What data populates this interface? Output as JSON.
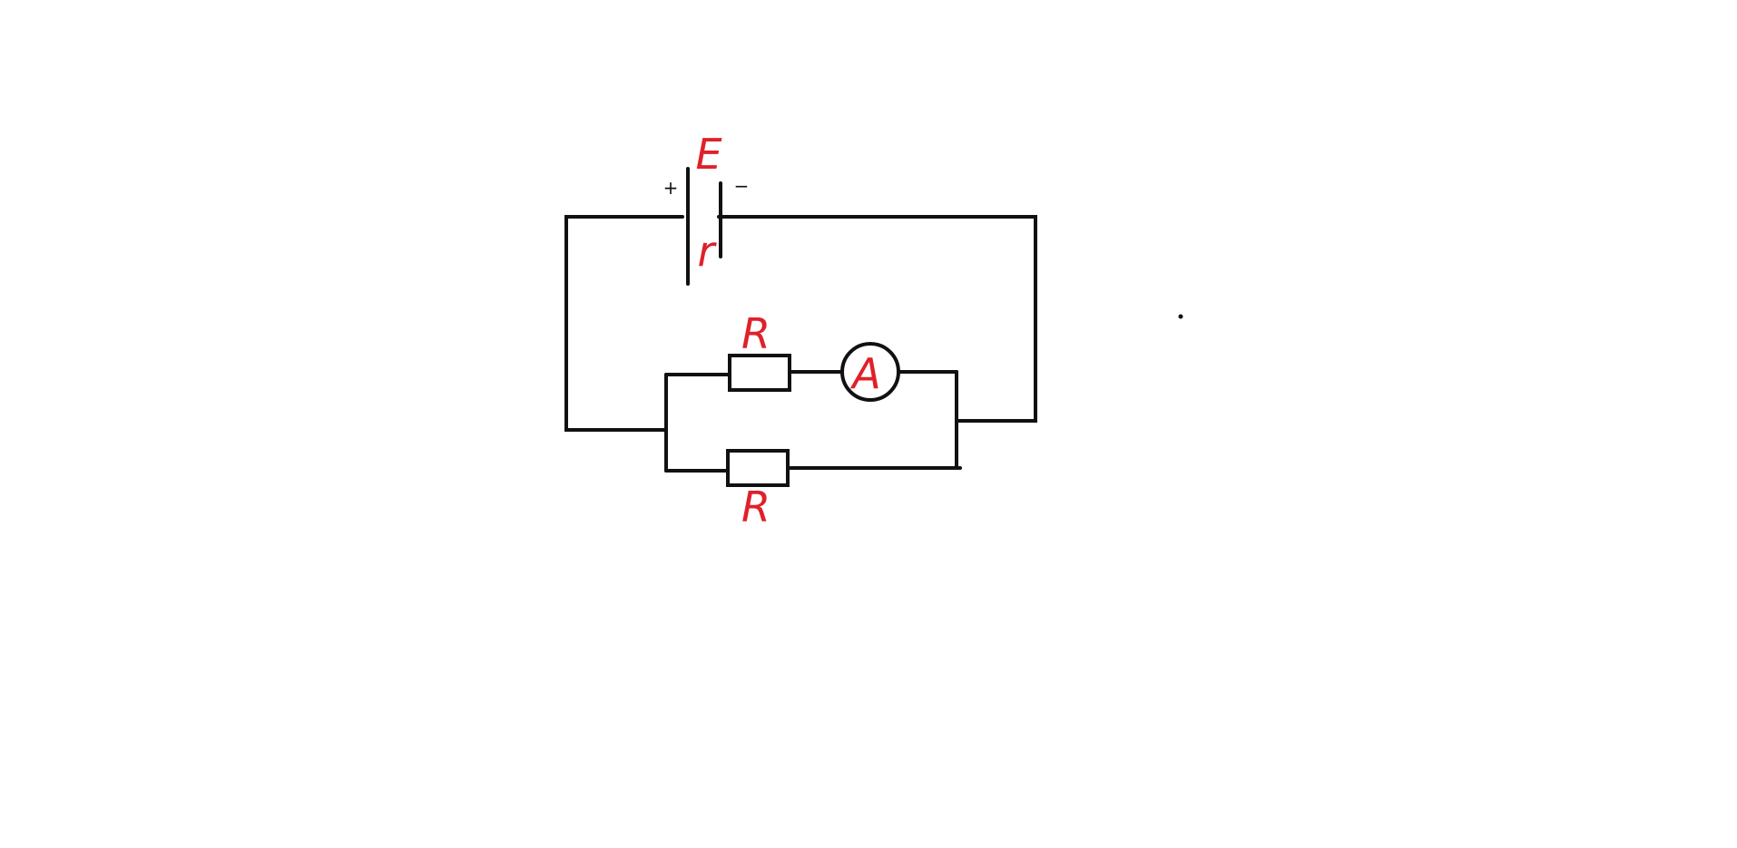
{
  "diagram": {
    "battery": {
      "emf_label": "E",
      "internal_resistance_label": "r",
      "positive_sign": "+",
      "negative_sign": "−"
    },
    "branch_top": {
      "resistor_label": "R",
      "ammeter_label": "A"
    },
    "branch_bottom": {
      "resistor_label": "R"
    },
    "colors": {
      "wire": "#111111",
      "label": "#e0202a"
    }
  }
}
